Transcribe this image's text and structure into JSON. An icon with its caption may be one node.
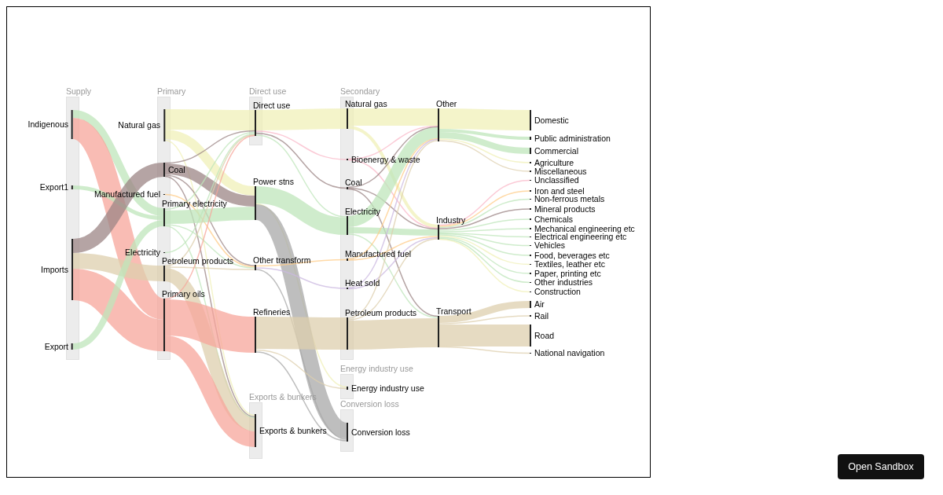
{
  "diagram": {
    "nodes": [
      {
        "text": [
          "Supply"
        ]
      },
      {
        "text": [
          "Indigenous"
        ],
        "in": 0
      },
      {
        "text": [
          "Export1"
        ],
        "in": 0
      },
      {
        "text": [
          "Imports"
        ],
        "in": 0
      },
      {
        "text": [
          "Export"
        ],
        "in": 0
      },
      {
        "text": [
          "Primary"
        ]
      },
      {
        "text": [
          "Natural gas"
        ],
        "in": 5
      },
      {
        "text": [
          "Coal"
        ],
        "in": 5
      },
      {
        "text": [
          "Manufactured fuel"
        ],
        "in": 5
      },
      {
        "text": [
          "Primary electricity"
        ],
        "in": 5
      },
      {
        "text": [
          "Electricity"
        ],
        "in": 5
      },
      {
        "text": [
          "Petroleum products"
        ],
        "in": 5
      },
      {
        "text": [
          "Primary oils"
        ],
        "in": 5
      },
      {
        "text": [
          "Direct use"
        ]
      },
      {
        "text": [
          "Direct use"
        ],
        "in": 13
      },
      {
        "text": [
          "Power stns"
        ]
      },
      {
        "text": [
          "Other transform"
        ]
      },
      {
        "text": [
          "Refineries"
        ]
      },
      {
        "text": [
          "Exports & bunkers"
        ]
      },
      {
        "text": [
          "Exports & bunkers"
        ],
        "in": 18
      },
      {
        "text": [
          "Secondary"
        ]
      },
      {
        "text": [
          "Natural gas"
        ],
        "in": 20
      },
      {
        "text": [
          "Bioenergy & waste"
        ],
        "in": 20
      },
      {
        "text": [
          "Coal"
        ],
        "in": 20
      },
      {
        "text": [
          "Electricity"
        ],
        "in": 20
      },
      {
        "text": [
          "Manufactured fuel"
        ],
        "in": 20
      },
      {
        "text": [
          "Heat sold"
        ],
        "in": 20
      },
      {
        "text": [
          "Petroleum products"
        ],
        "in": 20
      },
      {
        "text": [
          "Energy industry use"
        ]
      },
      {
        "text": [
          "Energy industry use"
        ],
        "in": 28
      },
      {
        "text": [
          "Conversion loss"
        ]
      },
      {
        "text": [
          "Conversion loss"
        ],
        "in": 30
      },
      {
        "text": [
          "Other"
        ]
      },
      {
        "text": [
          "Industry"
        ]
      },
      {
        "text": [
          "Transport"
        ]
      },
      {
        "text": [
          "Domestic"
        ]
      },
      {
        "text": [
          "Public administration"
        ]
      },
      {
        "text": [
          "Commercial"
        ]
      },
      {
        "text": [
          "Agriculture"
        ]
      },
      {
        "text": [
          "Miscellaneous"
        ]
      },
      {
        "text": [
          "Unclassified"
        ]
      },
      {
        "text": [
          "Iron and steel"
        ]
      },
      {
        "text": [
          "Non-ferrous metals"
        ]
      },
      {
        "text": [
          "Mineral products"
        ]
      },
      {
        "text": [
          "Chemicals"
        ]
      },
      {
        "text": [
          "Mechanical engineering etc"
        ]
      },
      {
        "text": [
          "Electrical engineering etc"
        ]
      },
      {
        "text": [
          "Vehicles"
        ]
      },
      {
        "text": [
          "Food, beverages etc"
        ]
      },
      {
        "text": [
          "Textiles, leather etc"
        ]
      },
      {
        "text": [
          "Paper, printing etc"
        ]
      },
      {
        "text": [
          "Other industries"
        ]
      },
      {
        "text": [
          "Construction"
        ]
      },
      {
        "text": [
          "Air"
        ]
      },
      {
        "text": [
          "Rail"
        ]
      },
      {
        "text": [
          "Road"
        ]
      },
      {
        "text": [
          "National navigation"
        ]
      }
    ],
    "edges": [
      {
        "from": 1,
        "to": 9,
        "arrow": "none",
        "color": "#bfe6bb",
        "style": "thick"
      },
      {
        "from": 1,
        "to": 12,
        "arrow": "none",
        "color": "#f7a59b",
        "style": "thick"
      },
      {
        "from": 2,
        "to": 9,
        "arrow": "none",
        "color": "#bfe6bb",
        "style": "thick"
      },
      {
        "from": 3,
        "to": 7,
        "arrow": "none",
        "color": "#9c8585",
        "style": "thick"
      },
      {
        "from": 3,
        "to": 11,
        "arrow": "none",
        "color": "#ddcfae",
        "style": "thick"
      },
      {
        "from": 3,
        "to": 12,
        "arrow": "none",
        "color": "#f7a59b",
        "style": "thick"
      },
      {
        "from": 4,
        "to": 9,
        "arrow": "none",
        "color": "#bfe6bb",
        "style": "thick"
      },
      {
        "from": 6,
        "to": 14,
        "arrow": "none",
        "color": "#f0f0b8",
        "style": "thick"
      },
      {
        "from": 6,
        "to": 15,
        "arrow": "none",
        "color": "#f0f0b8",
        "style": "thick"
      },
      {
        "from": 6,
        "to": 19,
        "arrow": "none",
        "color": "#f0f0b8"
      },
      {
        "from": 7,
        "to": 14,
        "arrow": "none",
        "color": "#9c8585"
      },
      {
        "from": 7,
        "to": 15,
        "arrow": "none",
        "color": "#9c8585",
        "style": "thick"
      },
      {
        "from": 7,
        "to": 16,
        "arrow": "none",
        "color": "#9c8585"
      },
      {
        "from": 7,
        "to": 19,
        "arrow": "none",
        "color": "#9c8585"
      },
      {
        "from": 8,
        "to": 16,
        "arrow": "none",
        "color": "#ffcc88"
      },
      {
        "from": 9,
        "to": 14,
        "arrow": "none",
        "color": "#bfe6bb"
      },
      {
        "from": 9,
        "to": 15,
        "arrow": "none",
        "color": "#bfe6bb",
        "style": "thick"
      },
      {
        "from": 9,
        "to": 16,
        "arrow": "none",
        "color": "#bfe6bb"
      },
      {
        "from": 9,
        "to": 19,
        "arrow": "none",
        "color": "#bfe6bb"
      },
      {
        "from": 10,
        "to": 14,
        "arrow": "none",
        "color": "#bfe6bb"
      },
      {
        "from": 11,
        "to": 14,
        "arrow": "none",
        "color": "#ddcfae"
      },
      {
        "from": 11,
        "to": 16,
        "arrow": "none",
        "color": "#ddcfae"
      },
      {
        "from": 11,
        "to": 19,
        "arrow": "none",
        "color": "#ddcfae",
        "style": "thick"
      },
      {
        "from": 12,
        "to": 14,
        "arrow": "none",
        "color": "#f7a59b"
      },
      {
        "from": 12,
        "to": 17,
        "arrow": "none",
        "color": "#f7a59b",
        "style": "thick"
      },
      {
        "from": 12,
        "to": 19,
        "arrow": "none",
        "color": "#f7a59b",
        "style": "thick"
      },
      {
        "from": 14,
        "to": 21,
        "arrow": "none",
        "color": "#f0f0b8",
        "style": "thick"
      },
      {
        "from": 14,
        "to": 22,
        "arrow": "none",
        "color": "#f9b8c8"
      },
      {
        "from": 14,
        "to": 23,
        "arrow": "none",
        "color": "#9c8585"
      },
      {
        "from": 14,
        "to": 24,
        "arrow": "none",
        "color": "#bfe6bb"
      },
      {
        "from": 15,
        "to": 24,
        "arrow": "none",
        "color": "#bfe6bb",
        "style": "thick"
      },
      {
        "from": 15,
        "to": 29,
        "arrow": "none",
        "color": "#f0f0b8"
      },
      {
        "from": 15,
        "to": 31,
        "arrow": "none",
        "color": "#a8a8a8",
        "style": "thick"
      },
      {
        "from": 16,
        "to": 25,
        "arrow": "none",
        "color": "#ffcc88"
      },
      {
        "from": 16,
        "to": 26,
        "arrow": "none",
        "color": "#cbb8e0"
      },
      {
        "from": 16,
        "to": 31,
        "arrow": "none",
        "color": "#a8a8a8"
      },
      {
        "from": 17,
        "to": 27,
        "arrow": "none",
        "color": "#ddcfae",
        "style": "thick"
      },
      {
        "from": 17,
        "to": 29,
        "arrow": "none",
        "color": "#ddcfae"
      },
      {
        "from": 17,
        "to": 31,
        "arrow": "none",
        "color": "#a8a8a8"
      },
      {
        "from": 21,
        "to": 32,
        "arrow": "none",
        "color": "#f0f0b8",
        "style": "thick"
      },
      {
        "from": 21,
        "to": 33,
        "arrow": "none",
        "color": "#f0f0b8",
        "style": "thick"
      },
      {
        "from": 22,
        "to": 32,
        "arrow": "none",
        "color": "#f9b8c8"
      },
      {
        "from": 22,
        "to": 33,
        "arrow": "none",
        "color": "#f9b8c8"
      },
      {
        "from": 23,
        "to": 32,
        "arrow": "none",
        "color": "#9c8585"
      },
      {
        "from": 23,
        "to": 33,
        "arrow": "none",
        "color": "#9c8585"
      },
      {
        "from": 23,
        "to": 34,
        "arrow": "none",
        "color": "#9c8585"
      },
      {
        "from": 24,
        "to": 32,
        "arrow": "none",
        "color": "#bfe6bb",
        "style": "thick"
      },
      {
        "from": 24,
        "to": 33,
        "arrow": "none",
        "color": "#bfe6bb",
        "style": "thick"
      },
      {
        "from": 24,
        "to": 34,
        "arrow": "none",
        "color": "#bfe6bb"
      },
      {
        "from": 25,
        "to": 32,
        "arrow": "none",
        "color": "#ffcc88"
      },
      {
        "from": 25,
        "to": 33,
        "arrow": "none",
        "color": "#ffcc88"
      },
      {
        "from": 26,
        "to": 32,
        "arrow": "none",
        "color": "#cbb8e0"
      },
      {
        "from": 26,
        "to": 33,
        "arrow": "none",
        "color": "#cbb8e0"
      },
      {
        "from": 27,
        "to": 32,
        "arrow": "none",
        "color": "#ddcfae"
      },
      {
        "from": 27,
        "to": 33,
        "arrow": "none",
        "color": "#ddcfae"
      },
      {
        "from": 27,
        "to": 34,
        "arrow": "none",
        "color": "#ddcfae",
        "style": "thick"
      },
      {
        "from": 32,
        "to": 35,
        "arrow": "none",
        "color": "#f0f0b8",
        "style": "thick"
      },
      {
        "from": 32,
        "to": 36,
        "arrow": "none",
        "color": "#bfe6bb",
        "style": "thick"
      },
      {
        "from": 32,
        "to": 37,
        "arrow": "none",
        "color": "#bfe6bb",
        "style": "thick"
      },
      {
        "from": 32,
        "to": 38,
        "arrow": "none",
        "color": "#f0f0b8"
      },
      {
        "from": 32,
        "to": 39,
        "arrow": "none",
        "color": "#ddcfae"
      },
      {
        "from": 33,
        "to": 40,
        "arrow": "none",
        "color": "#f9b8c8"
      },
      {
        "from": 33,
        "to": 41,
        "arrow": "none",
        "color": "#ffcc88"
      },
      {
        "from": 33,
        "to": 42,
        "arrow": "none",
        "color": "#bfe6bb"
      },
      {
        "from": 33,
        "to": 43,
        "arrow": "none",
        "color": "#9c8585"
      },
      {
        "from": 33,
        "to": 44,
        "arrow": "none",
        "color": "#bfe6bb"
      },
      {
        "from": 33,
        "to": 45,
        "arrow": "none",
        "color": "#bfe6bb"
      },
      {
        "from": 33,
        "to": 46,
        "arrow": "none",
        "color": "#bfe6bb"
      },
      {
        "from": 33,
        "to": 47,
        "arrow": "none",
        "color": "#bfe6bb"
      },
      {
        "from": 33,
        "to": 48,
        "arrow": "none",
        "color": "#bfe6bb"
      },
      {
        "from": 33,
        "to": 49,
        "arrow": "none",
        "color": "#f0f0b8"
      },
      {
        "from": 33,
        "to": 50,
        "arrow": "none",
        "color": "#bfe6bb"
      },
      {
        "from": 33,
        "to": 51,
        "arrow": "none",
        "color": "#bfe6bb"
      },
      {
        "from": 33,
        "to": 52,
        "arrow": "none",
        "color": "#f0f0b8"
      },
      {
        "from": 34,
        "to": 53,
        "arrow": "none",
        "color": "#ddcfae",
        "style": "thick"
      },
      {
        "from": 34,
        "to": 54,
        "arrow": "none",
        "color": "#ddcfae"
      },
      {
        "from": 34,
        "to": 55,
        "arrow": "none",
        "color": "#ddcfae",
        "style": "thick"
      },
      {
        "from": 34,
        "to": 56,
        "arrow": "none",
        "color": "#ddcfae"
      }
    ],
    "labels": [
      "Open Sandbox"
    ]
  }
}
